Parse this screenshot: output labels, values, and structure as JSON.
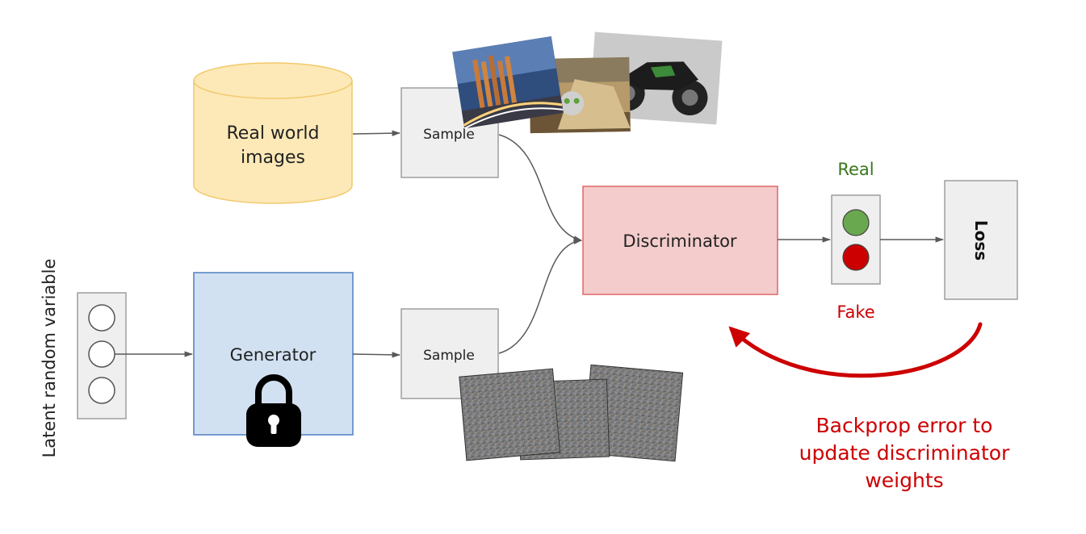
{
  "labels": {
    "real_world_images": [
      "Real world",
      "images"
    ],
    "sample_top": "Sample",
    "sample_bottom": "Sample",
    "generator": "Generator",
    "discriminator": "Discriminator",
    "real": "Real",
    "fake": "Fake",
    "loss": "Loss",
    "latent": "Latent random variable",
    "backprop": [
      "Backprop error to",
      "update discriminator",
      "weights"
    ]
  },
  "colors": {
    "database_fill": "#fde9b7",
    "database_stroke": "#f2c86a",
    "generator_fill": "#d2e1f2",
    "generator_stroke": "#4f7fc0",
    "discriminator_fill": "#f4cccc",
    "discriminator_stroke": "#e06666",
    "box_fill": "#efefef",
    "box_stroke": "#9e9e9e",
    "real_green": "#38761d",
    "light_green": "#6aa84f",
    "fake_red": "#cc0000",
    "arrow": "#595959"
  },
  "icons": {
    "lock": "lock-icon",
    "photos": [
      "city-light-trails-photo",
      "cat-in-box-photo",
      "motorcycle-photo"
    ],
    "noise": [
      "noise-image",
      "noise-image",
      "noise-image"
    ]
  }
}
